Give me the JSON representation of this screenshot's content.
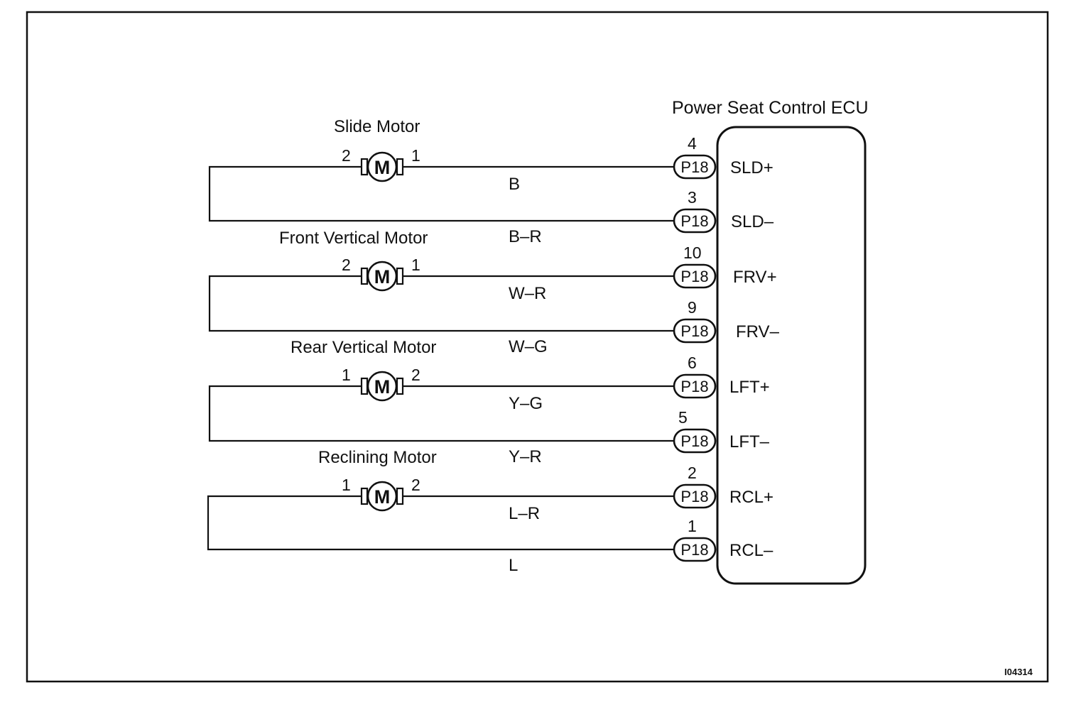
{
  "ecu": {
    "name": "Power Seat Control ECU",
    "connector": "P18"
  },
  "motors": [
    {
      "name": "Slide Motor",
      "symbol": "M",
      "top_pin": "2",
      "bottom_pin": "1",
      "top": {
        "color": "B",
        "pin": "4",
        "terminal": "SLD+"
      },
      "bottom": {
        "color": "B–R",
        "pin": "3",
        "terminal": "SLD–"
      }
    },
    {
      "name": "Front Vertical Motor",
      "symbol": "M",
      "top_pin": "2",
      "bottom_pin": "1",
      "top": {
        "color": "W–R",
        "pin": "10",
        "terminal": "FRV+"
      },
      "bottom": {
        "color": "W–G",
        "pin": "9",
        "terminal": "FRV–"
      }
    },
    {
      "name": "Rear Vertical Motor",
      "symbol": "M",
      "top_pin": "1",
      "bottom_pin": "2",
      "top": {
        "color": "Y–G",
        "pin": "6",
        "terminal": "LFT+"
      },
      "bottom": {
        "color": "Y–R",
        "pin": "5",
        "terminal": "LFT–"
      }
    },
    {
      "name": "Reclining Motor",
      "symbol": "M",
      "top_pin": "1",
      "bottom_pin": "2",
      "top": {
        "color": "L–R",
        "pin": "2",
        "terminal": "RCL+"
      },
      "bottom": {
        "color": "L",
        "pin": "1",
        "terminal": "RCL–"
      }
    }
  ],
  "figure_ref": "I04314"
}
